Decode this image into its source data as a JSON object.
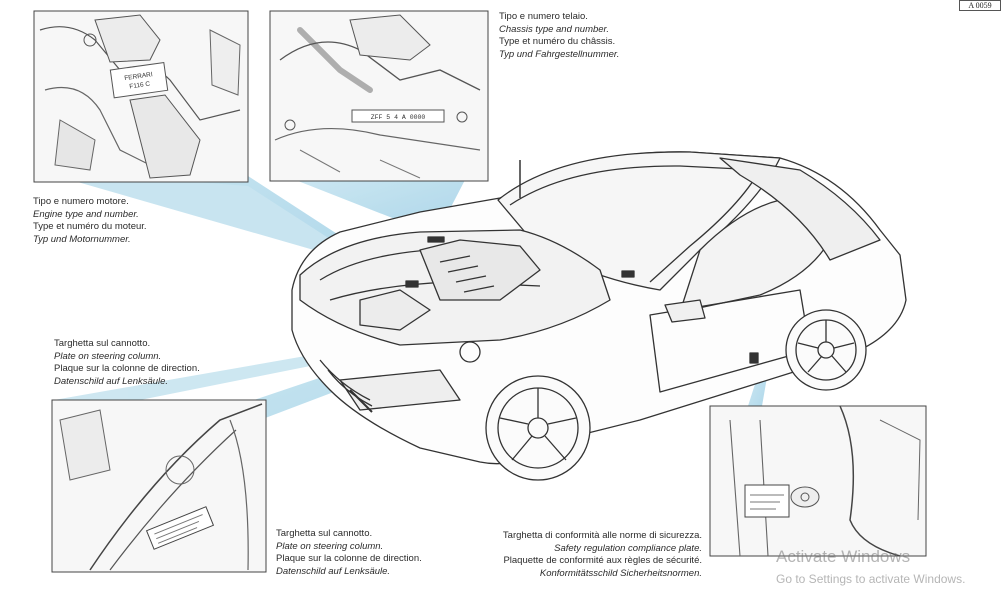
{
  "ref_code": "A 0059",
  "callouts": {
    "chassis": {
      "lines": [
        "Tipo e numero telaio.",
        "Chassis type and number.",
        "Type et numéro du châssis.",
        "Typ und Fahrgestellnummer."
      ]
    },
    "engine": {
      "lines": [
        "Tipo e numero motore.",
        "Engine type and number.",
        "Type et numéro du moteur.",
        "Typ und Motornummer."
      ]
    },
    "steering_column_left": {
      "lines": [
        "Targhetta sul cannotto.",
        "Plate on steering column.",
        "Plaque sur la colonne de direction.",
        "Datenschild auf Lenksäule."
      ]
    },
    "steering_column_bottom": {
      "lines": [
        "Targhetta sul cannotto.",
        "Plate on steering column.",
        "Plaque sur la colonne de direction.",
        "Datenschild auf Lenksäule."
      ]
    },
    "safety_plate": {
      "lines": [
        "Targhetta di conformità alle norme di sicurezza.",
        "Safety regulation compliance plate.",
        "Plaquette de conformité aux règles de sécurité.",
        "Konformitätsschild Sicherheitsnormen."
      ]
    }
  },
  "inset_labels": {
    "engine_plate": [
      "FERRARI",
      "F116 C"
    ],
    "chassis_plate": "ZFF 5 4 A 0000"
  },
  "watermark": {
    "title": "Activate Windows",
    "subtitle": "Go to Settings to activate Windows."
  },
  "colors": {
    "callout_fill": "#bfe0ee",
    "line_ink": "#333333"
  },
  "icons": [
    "car-illustration",
    "engine-plate-illustration",
    "chassis-plate-illustration",
    "steering-plate-illustration",
    "safety-plate-illustration"
  ]
}
